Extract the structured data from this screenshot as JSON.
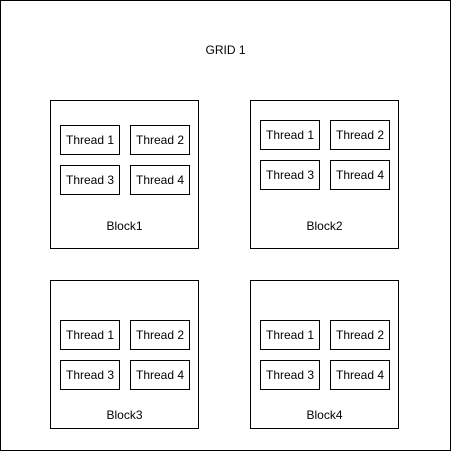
{
  "grid": {
    "label": "GRID 1"
  },
  "blocks": [
    {
      "label": "Block1",
      "threads": [
        "Thread 1",
        "Thread 2",
        "Thread 3",
        "Thread 4"
      ]
    },
    {
      "label": "Block2",
      "threads": [
        "Thread 1",
        "Thread 2",
        "Thread 3",
        "Thread 4"
      ]
    },
    {
      "label": "Block3",
      "threads": [
        "Thread 1",
        "Thread 2",
        "Thread 3",
        "Thread 4"
      ]
    },
    {
      "label": "Block4",
      "threads": [
        "Thread 1",
        "Thread 2",
        "Thread 3",
        "Thread 4"
      ]
    }
  ],
  "colors": {
    "stroke": "#000000",
    "fill": "#ffffff"
  }
}
